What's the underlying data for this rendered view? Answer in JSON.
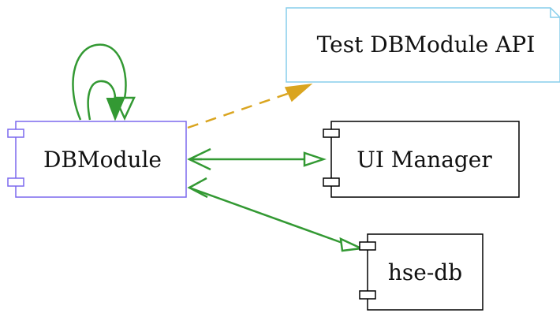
{
  "nodes": {
    "dbmodule": {
      "label": "DBModule",
      "kind": "component",
      "border_color": "#7b68ee"
    },
    "note": {
      "label": "Test DBModule API",
      "kind": "note",
      "border_color": "#87ceeb"
    },
    "ui_manager": {
      "label": "UI Manager",
      "kind": "component",
      "border_color": "#000000"
    },
    "hse_db": {
      "label": "hse-db",
      "kind": "component",
      "border_color": "#000000"
    }
  },
  "edges": [
    {
      "from": "dbmodule",
      "to": "dbmodule",
      "style": "solid",
      "color": "#339933",
      "arrow": "open-triangle"
    },
    {
      "from": "dbmodule",
      "to": "dbmodule",
      "style": "solid",
      "color": "#339933",
      "arrow": "filled-triangle"
    },
    {
      "from": "dbmodule",
      "to": "note",
      "style": "dashed",
      "color": "#daa520",
      "arrow": "filled-triangle"
    },
    {
      "from": "dbmodule",
      "to": "ui_manager",
      "style": "solid",
      "color": "#339933",
      "arrow": "open-triangle",
      "tail": "open-v"
    },
    {
      "from": "dbmodule",
      "to": "hse_db",
      "style": "solid",
      "color": "#339933",
      "arrow": "open-triangle",
      "tail": "open-v"
    }
  ]
}
